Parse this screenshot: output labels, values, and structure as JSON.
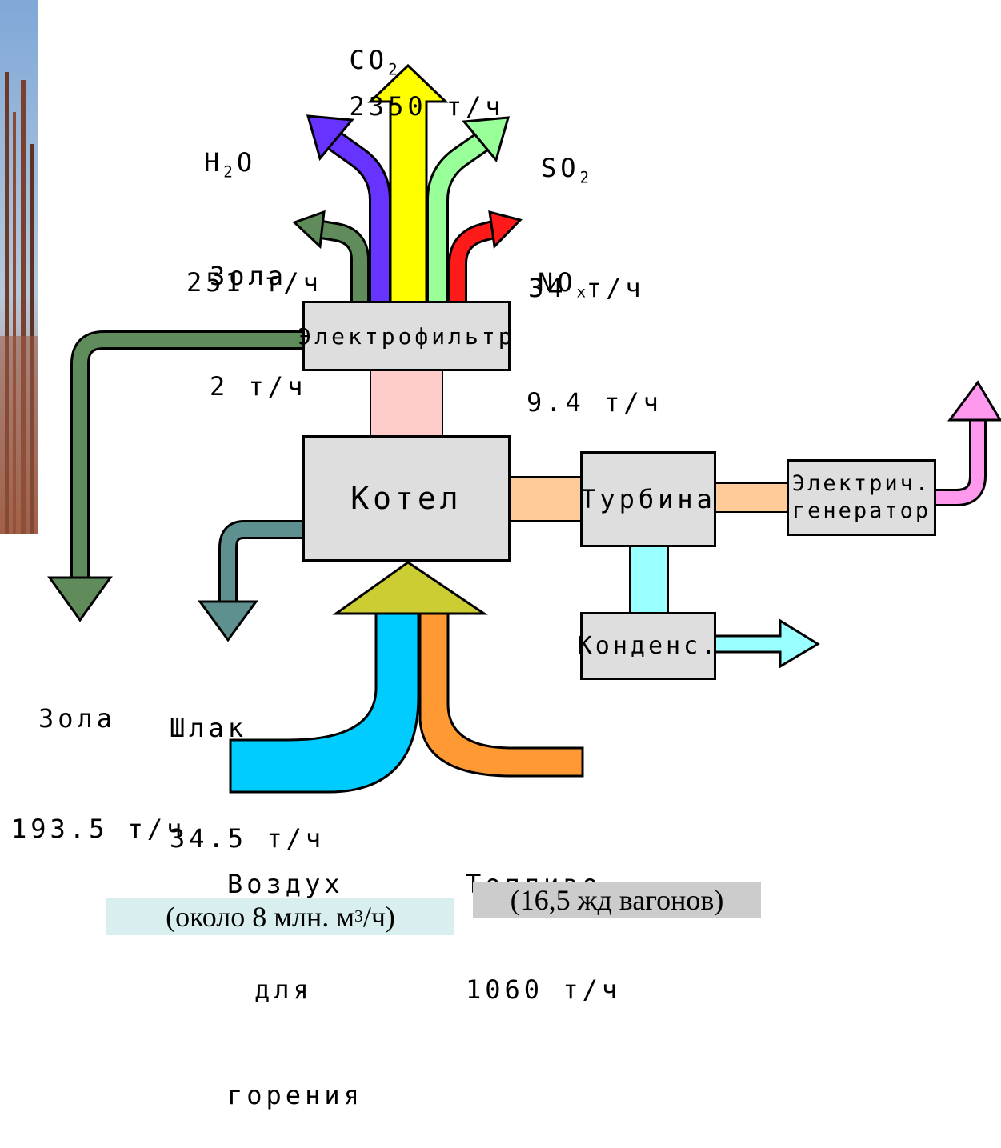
{
  "labels": {
    "co2_title": "CO",
    "co2_sub": "2",
    "co2_value": "2350 т/ч",
    "h2o_title": "H",
    "h2o_sub": "2",
    "h2o_tail": "O",
    "h2o_value": "251 т/ч",
    "so2_title": "SO",
    "so2_sub": "2",
    "so2_value": "34 т/ч",
    "ash_top_title": "Зола",
    "ash_top_value": "2 т/ч",
    "nox_title": "NO",
    "nox_sub": "x",
    "nox_value": "9.4 т/ч",
    "ash_left_title": "Зола",
    "ash_left_value": "193.5 т/ч",
    "slag_title": "Шлак",
    "slag_value": "34.5 т/ч",
    "air_line1": "Воздух",
    "air_line2": "для",
    "air_line3": "горения",
    "fuel_title": "Топливо",
    "fuel_value": "1060 т/ч"
  },
  "boxes": {
    "electrofilter": "Электрофильтр",
    "boiler": "Котел",
    "turbine": "Турбина",
    "generator_line1": "Электрич.",
    "generator_line2": "генератор",
    "condenser": "Конденс."
  },
  "captions": {
    "air_volume_prefix": "(около 8 млн. м",
    "air_volume_sup": "3",
    "air_volume_suffix": "/ч)",
    "fuel_wagons": "(16,5 жд вагонов)"
  },
  "colors": {
    "co2": "#ffff00",
    "h2o": "#6633ff",
    "so2": "#99ff99",
    "ash_top": "#5f8c5a",
    "nox": "#ff1a1a",
    "ash_left": "#5f8c5a",
    "slag": "#5f9090",
    "flue_duct": "#ffcccc",
    "steam": "#ffcc99",
    "power": "#ff99ee",
    "cooling": "#99ffff",
    "air": "#00ccff",
    "fuel": "#ff9933",
    "intake": "#cccc33",
    "box_fill": "#dedede",
    "caption_air_bg": "#d9eeee",
    "caption_fuel_bg": "#cccccc"
  }
}
